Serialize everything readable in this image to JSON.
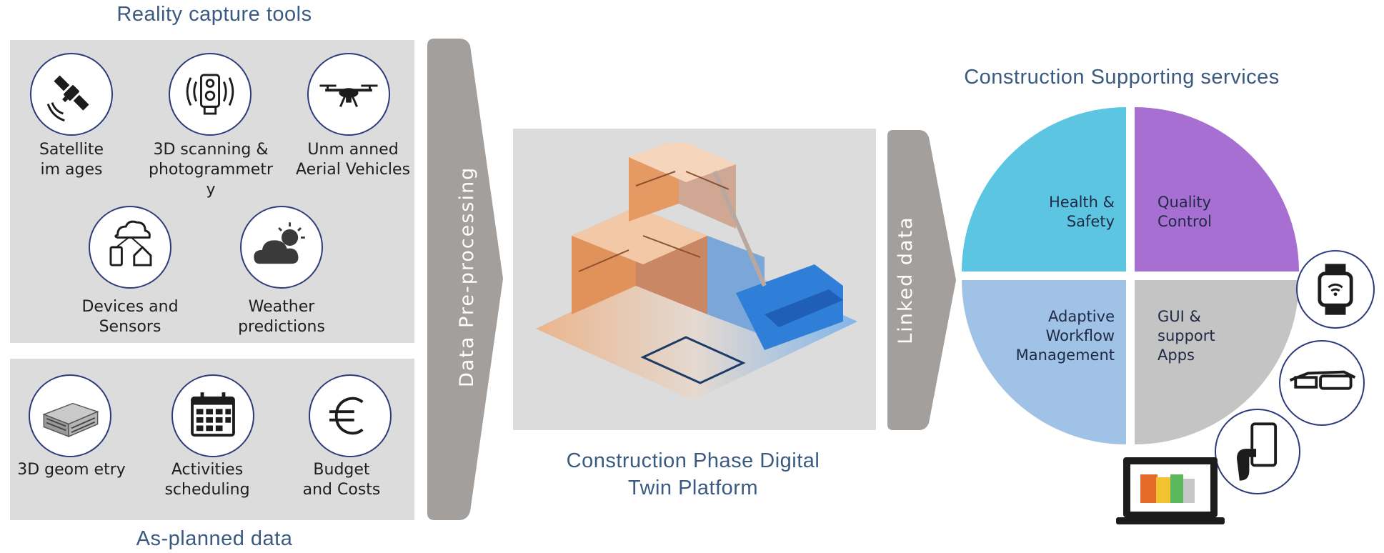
{
  "reality_capture": {
    "title": "Reality capture tools",
    "items": [
      {
        "label": "Satellite\nim ages",
        "icon": "satellite-icon"
      },
      {
        "label": "3D scanning &\nphotogrammetr\ny",
        "icon": "scanner-icon"
      },
      {
        "label": "Unm anned\nAerial Vehicles",
        "icon": "drone-icon"
      },
      {
        "label": "Devices and\nSensors",
        "icon": "iot-devices-icon"
      },
      {
        "label": "Weather\npredictions",
        "icon": "weather-icon"
      }
    ]
  },
  "as_planned": {
    "title": "As-planned data",
    "items": [
      {
        "label": "3D geom etry",
        "icon": "building-model-icon"
      },
      {
        "label": "Activities\nscheduling",
        "icon": "calendar-icon"
      },
      {
        "label": "Budget\nand Costs",
        "icon": "euro-icon"
      }
    ]
  },
  "arrows": {
    "preprocessing": "Data Pre-processing",
    "linked": "Linked data"
  },
  "platform": {
    "title": "Construction Phase Digital\nTwin Platform"
  },
  "services": {
    "title": "Construction Supporting services",
    "quadrants": [
      {
        "label": "Health &\nSafety",
        "color": "#5cc6e2"
      },
      {
        "label": "Quality\nControl",
        "color": "#a86fd2"
      },
      {
        "label": "Adaptive\nWorkflow\nManagement",
        "color": "#9fc2e6"
      },
      {
        "label": "GUI &\nsupport\nApps",
        "color": "#c4c4c4"
      }
    ],
    "devices": [
      "smartwatch-icon",
      "smart-glasses-icon",
      "smartphone-icon",
      "laptop-icon"
    ]
  },
  "colors": {
    "heading": "#3b5a80",
    "panel": "#dcdcdc",
    "arrow": "#a39f9d",
    "circle_border": "#2e3b7a"
  }
}
